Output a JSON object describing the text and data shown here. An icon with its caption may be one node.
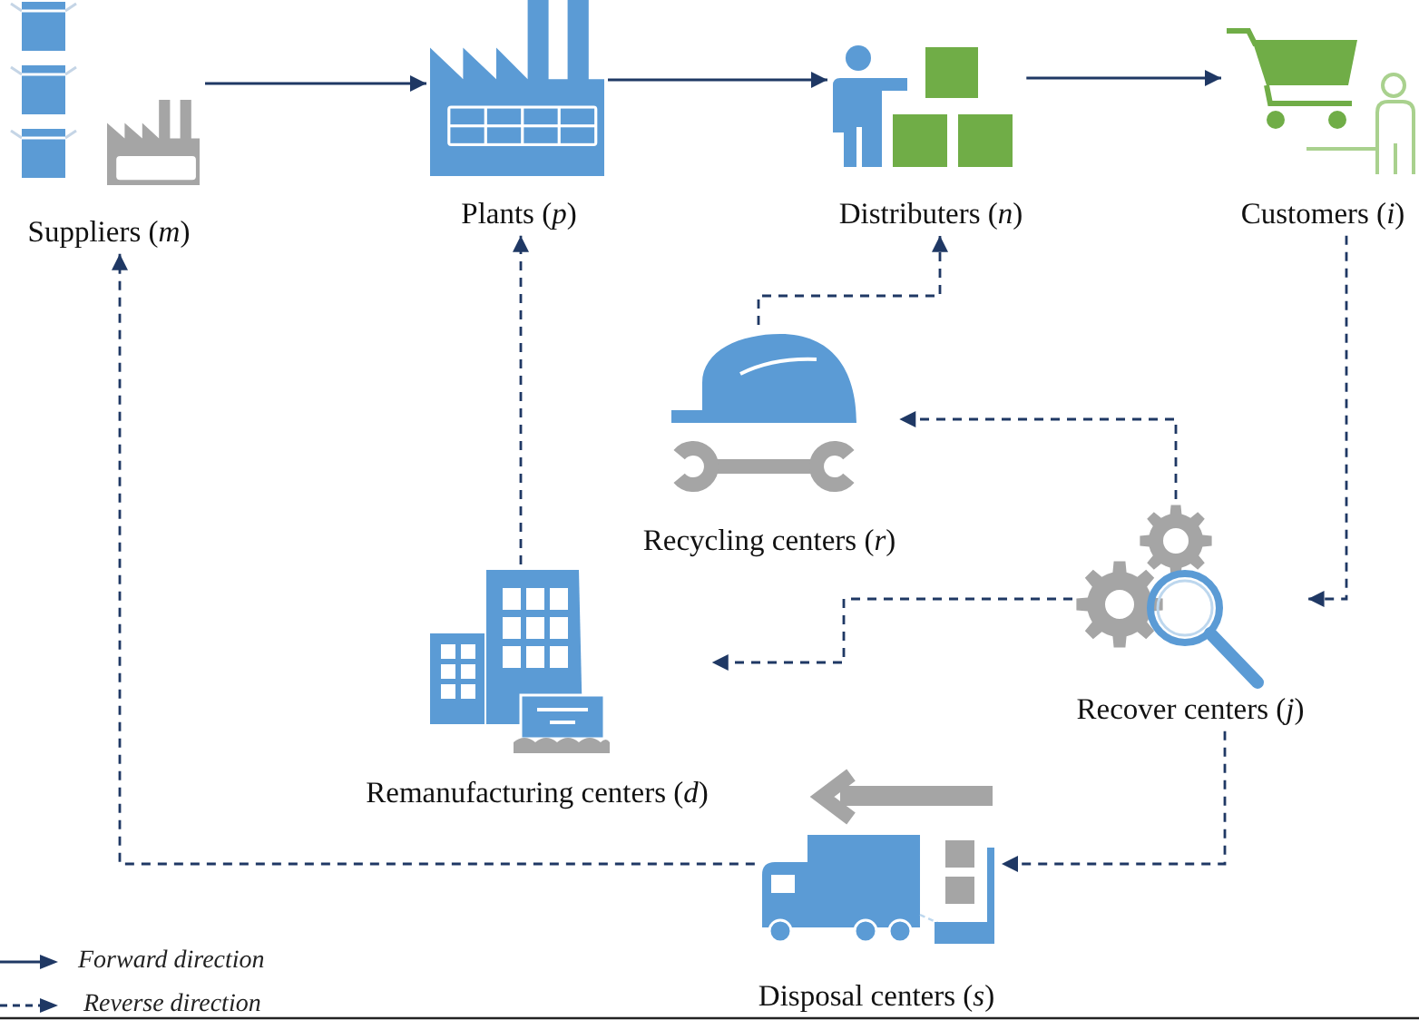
{
  "diagram": {
    "nodes": [
      {
        "text": [
          "Suppliers (*m*)"
        ]
      },
      {
        "text": [
          "Plants (*p*)"
        ]
      },
      {
        "text": [
          "Distributers (*n*)"
        ]
      },
      {
        "text": [
          "Customers (*i*)"
        ]
      },
      {
        "text": [
          "Recycling centers (*r*)"
        ]
      },
      {
        "text": [
          "Recover centers (*j*)"
        ]
      },
      {
        "text": [
          "Remanufacturing centers (*d*)"
        ]
      },
      {
        "text": [
          "Disposal centers (*s*)"
        ]
      }
    ],
    "edges": [
      {
        "from": 0,
        "to": 1,
        "arrow": "to"
      },
      {
        "from": 1,
        "to": 2,
        "arrow": "to"
      },
      {
        "from": 2,
        "to": 3,
        "arrow": "to"
      },
      {
        "from": 3,
        "to": 5,
        "arrow": "to",
        "style": "dashed"
      },
      {
        "from": 5,
        "to": 4,
        "arrow": "to",
        "style": "dashed"
      },
      {
        "from": 4,
        "to": 2,
        "arrow": "to",
        "style": "dashed"
      },
      {
        "from": 5,
        "to": 6,
        "arrow": "to",
        "style": "dashed"
      },
      {
        "from": 6,
        "to": 1,
        "arrow": "to",
        "style": "dashed"
      },
      {
        "from": 5,
        "to": 7,
        "arrow": "to",
        "style": "dashed"
      },
      {
        "from": 7,
        "to": 0,
        "arrow": "to",
        "style": "dashed"
      }
    ],
    "legend": [
      {
        "text": "Forward direction"
      },
      {
        "text": "Reverse direction"
      }
    ]
  }
}
